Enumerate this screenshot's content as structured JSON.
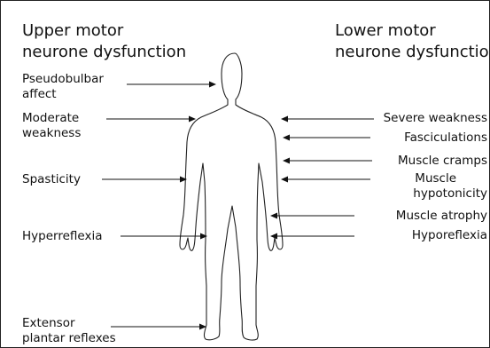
{
  "upper": {
    "heading_line1": "Upper motor",
    "heading_line2": "neurone dysfunction",
    "labels": {
      "pseudobulbar_line1": "Pseudobulbar",
      "pseudobulbar_line2": "affect",
      "moderate_line1": "Moderate",
      "moderate_line2": "weakness",
      "spasticity": "Spasticity",
      "hyperreflexia": "Hyperreflexia",
      "extensor_line1": "Extensor",
      "extensor_line2": "plantar reflexes"
    }
  },
  "lower": {
    "heading_line1": "Lower motor",
    "heading_line2": "neurone dysfunction",
    "labels": {
      "severe_weakness": "Severe weakness",
      "fasciculations": "Fasciculations",
      "muscle_cramps": "Muscle cramps",
      "hypotonicity_line1": "Muscle",
      "hypotonicity_line2": "hypotonicity",
      "muscle_atrophy": "Muscle atrophy",
      "hyporeflexia": "Hyporeflexia"
    }
  }
}
